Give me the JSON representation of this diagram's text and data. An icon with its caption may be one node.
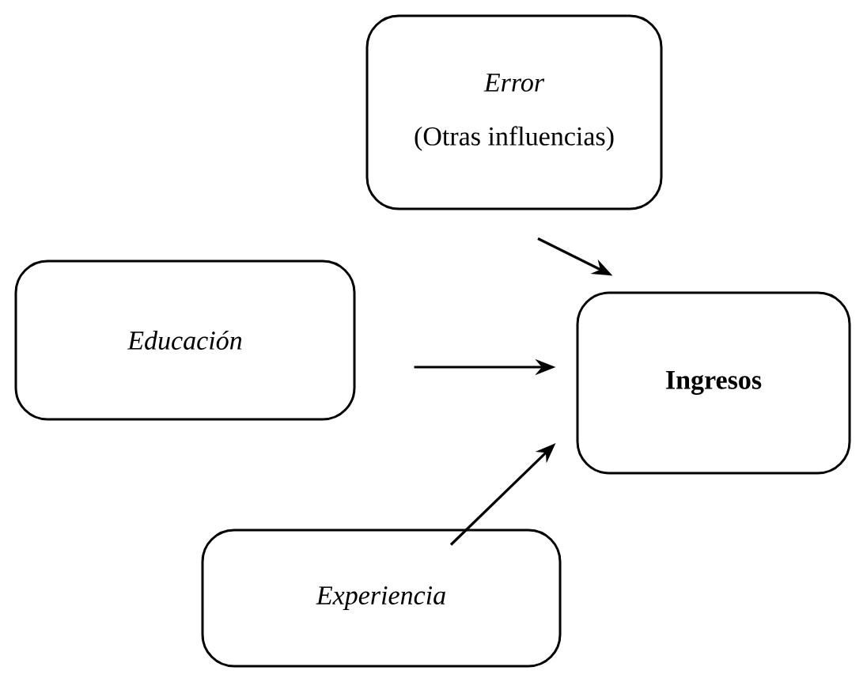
{
  "diagram": {
    "nodes": [
      {
        "text": [
          "Error",
          "(Otras influencias)"
        ]
      },
      {
        "text": [
          "Educación"
        ]
      },
      {
        "text": [
          "Ingresos"
        ]
      },
      {
        "text": [
          "Experiencia"
        ]
      }
    ],
    "edges": [
      {
        "from": 0,
        "to": 2,
        "arrow": "to"
      },
      {
        "from": 1,
        "to": 2,
        "arrow": "to"
      },
      {
        "from": 3,
        "to": 2,
        "arrow": "to"
      }
    ]
  }
}
